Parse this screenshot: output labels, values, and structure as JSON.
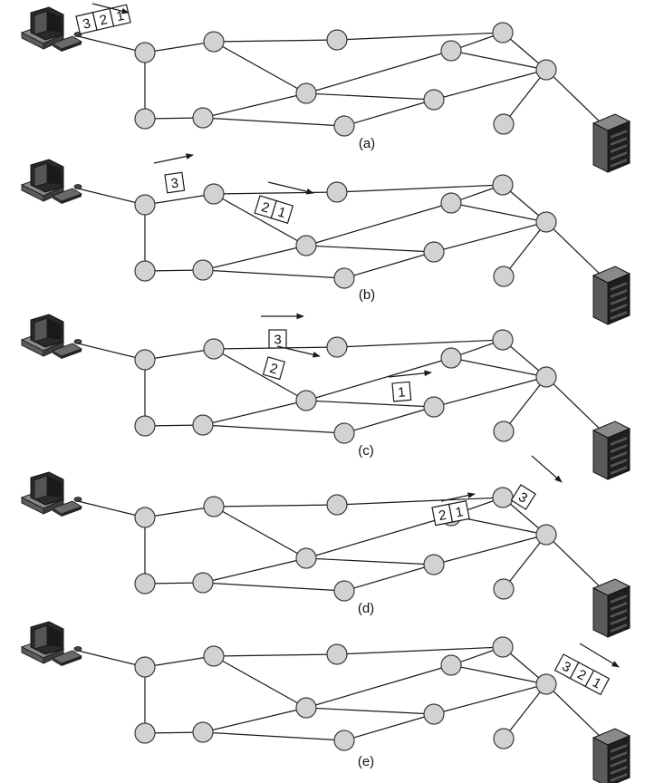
{
  "figure": {
    "panels": [
      {
        "id": "a",
        "caption": "(a)",
        "packet_groups": [
          {
            "labels": [
              "3",
              "2",
              "1"
            ],
            "location": "host-to-router"
          }
        ]
      },
      {
        "id": "b",
        "caption": "(b)",
        "packet_groups": [
          {
            "labels": [
              "3"
            ],
            "location": "router-edge-a"
          },
          {
            "labels": [
              "2",
              "1"
            ],
            "location": "router-edge-b"
          }
        ]
      },
      {
        "id": "c",
        "caption": "(c)",
        "packet_groups": [
          {
            "labels": [
              "3"
            ],
            "location": "top-path"
          },
          {
            "labels": [
              "2"
            ],
            "location": "middle-diagonal"
          },
          {
            "labels": [
              "1"
            ],
            "location": "lower-middle"
          }
        ]
      },
      {
        "id": "d",
        "caption": "(d)",
        "packet_groups": [
          {
            "labels": [
              "3"
            ],
            "location": "near-exit-router"
          },
          {
            "labels": [
              "2",
              "1"
            ],
            "location": "lower-right-link"
          }
        ]
      },
      {
        "id": "e",
        "caption": "(e)",
        "packet_groups": [
          {
            "labels": [
              "3",
              "2",
              "1"
            ],
            "location": "server-link"
          }
        ]
      }
    ],
    "colors": {
      "node_fill": "#d2d2d2",
      "node_stroke": "#3a3a3a",
      "line": "#1a1a1a",
      "packet_fill": "#ffffff"
    },
    "icons": [
      "computer-icon",
      "server-icon"
    ]
  }
}
